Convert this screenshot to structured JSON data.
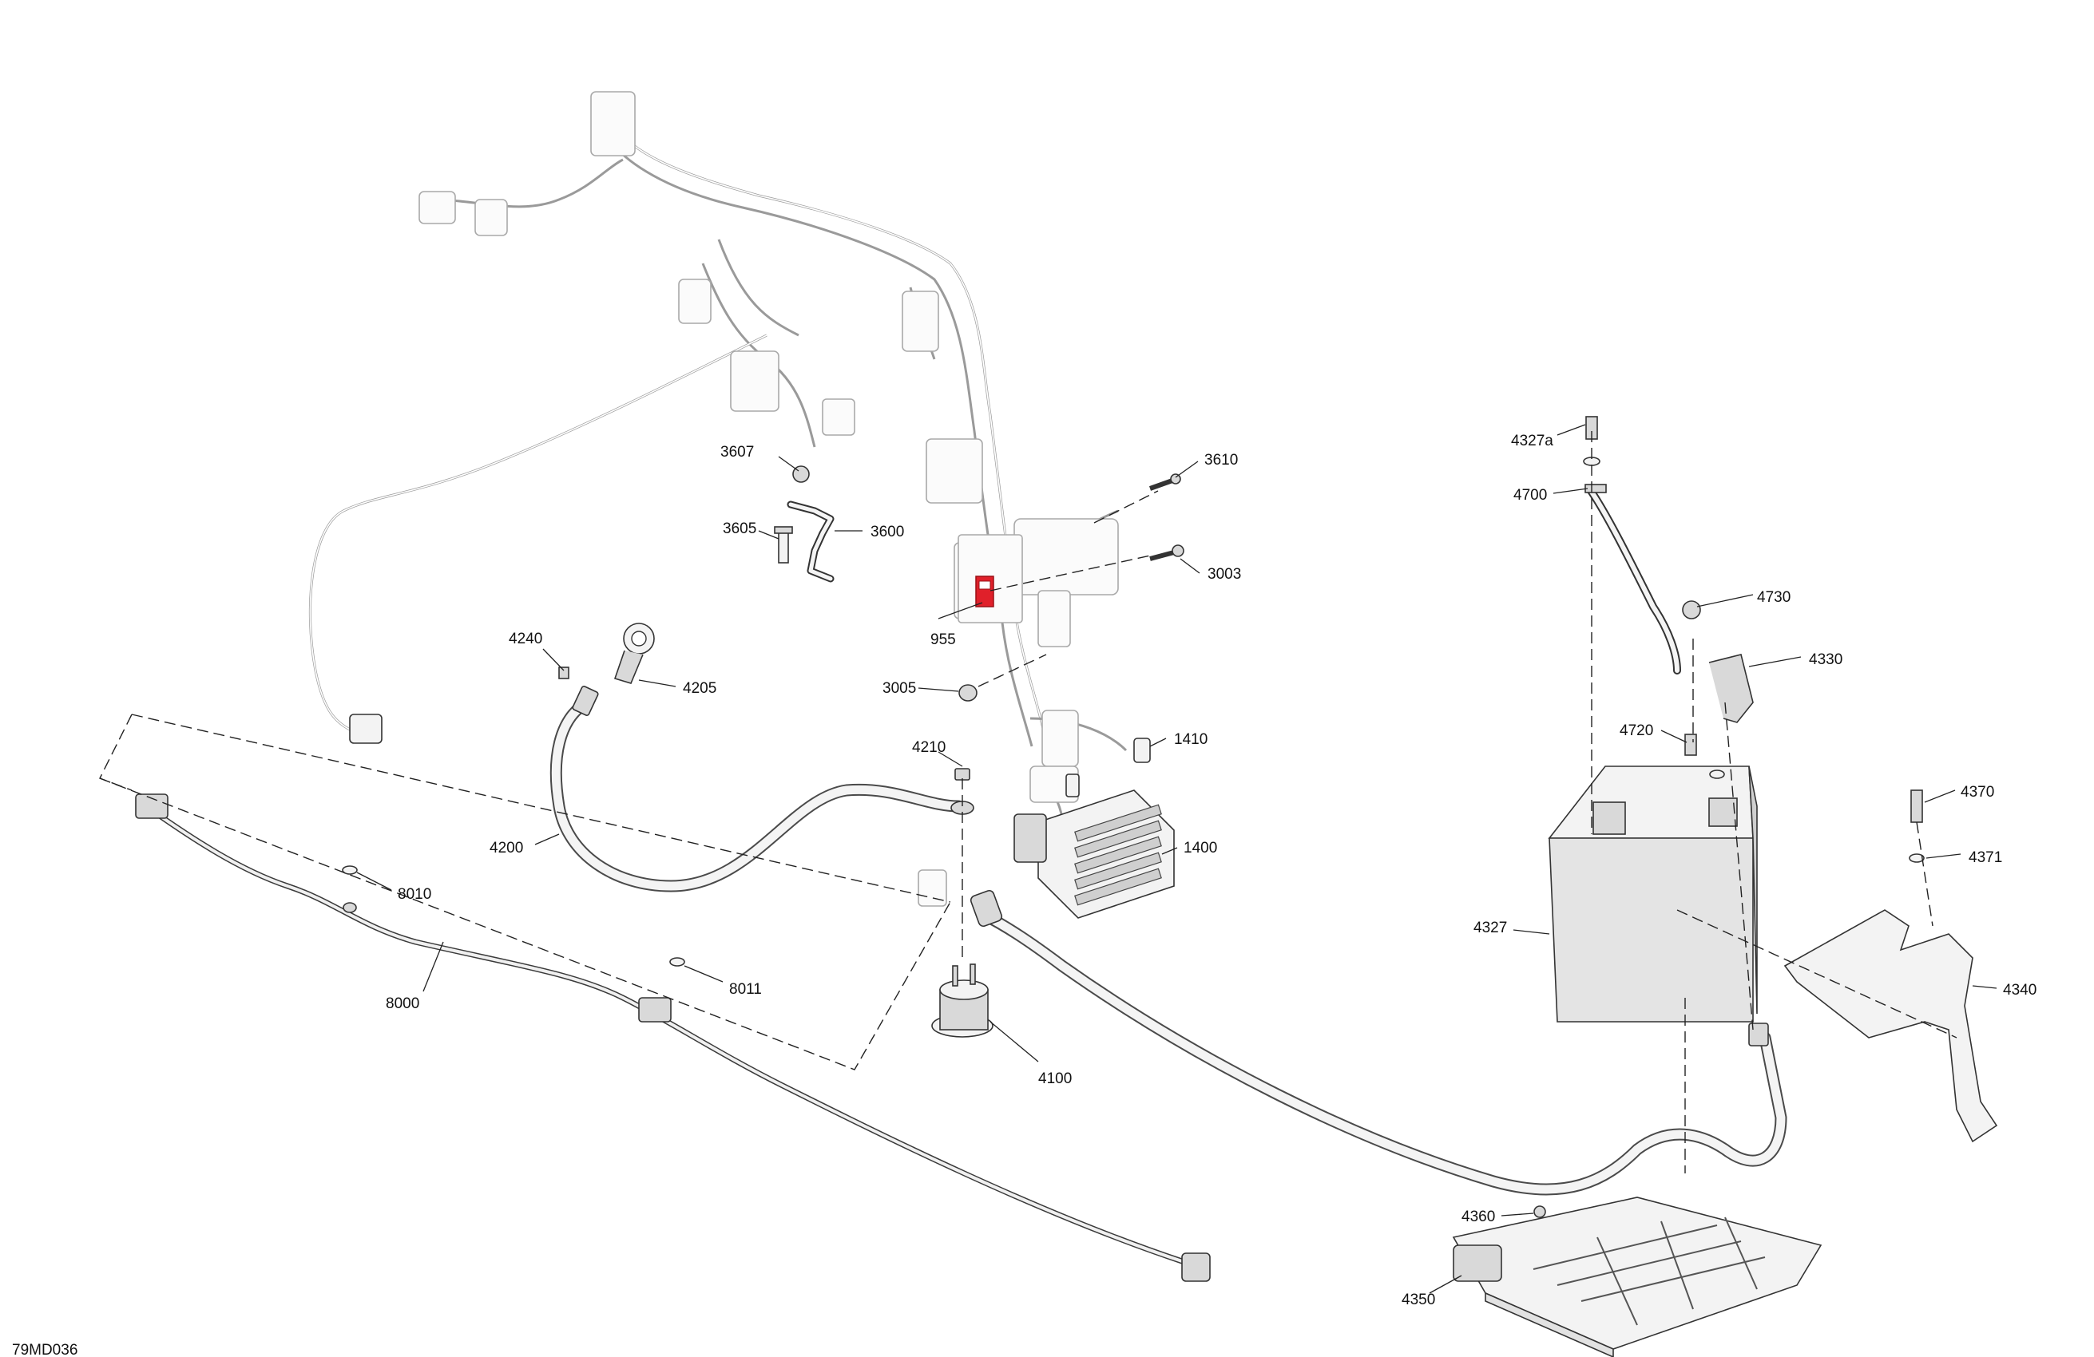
{
  "diagram": {
    "code": "79MD036",
    "highlight_color": "#e0202a",
    "labels": [
      {
        "id": "3607",
        "text": "3607"
      },
      {
        "id": "3605",
        "text": "3605"
      },
      {
        "id": "3600",
        "text": "3600"
      },
      {
        "id": "3610",
        "text": "3610"
      },
      {
        "id": "3003",
        "text": "3003"
      },
      {
        "id": "955",
        "text": "955"
      },
      {
        "id": "3005",
        "text": "3005"
      },
      {
        "id": "4240",
        "text": "4240"
      },
      {
        "id": "4205",
        "text": "4205"
      },
      {
        "id": "4210",
        "text": "4210"
      },
      {
        "id": "1410",
        "text": "1410"
      },
      {
        "id": "4200",
        "text": "4200"
      },
      {
        "id": "1400",
        "text": "1400"
      },
      {
        "id": "8010",
        "text": "8010"
      },
      {
        "id": "8000",
        "text": "8000"
      },
      {
        "id": "8011",
        "text": "8011"
      },
      {
        "id": "4100",
        "text": "4100"
      },
      {
        "id": "4327a",
        "text": "4327a"
      },
      {
        "id": "4700",
        "text": "4700"
      },
      {
        "id": "4730",
        "text": "4730"
      },
      {
        "id": "4330",
        "text": "4330"
      },
      {
        "id": "4720",
        "text": "4720"
      },
      {
        "id": "4370",
        "text": "4370"
      },
      {
        "id": "4371",
        "text": "4371"
      },
      {
        "id": "4327",
        "text": "4327"
      },
      {
        "id": "4340",
        "text": "4340"
      },
      {
        "id": "4360",
        "text": "4360"
      },
      {
        "id": "4350",
        "text": "4350"
      }
    ]
  }
}
